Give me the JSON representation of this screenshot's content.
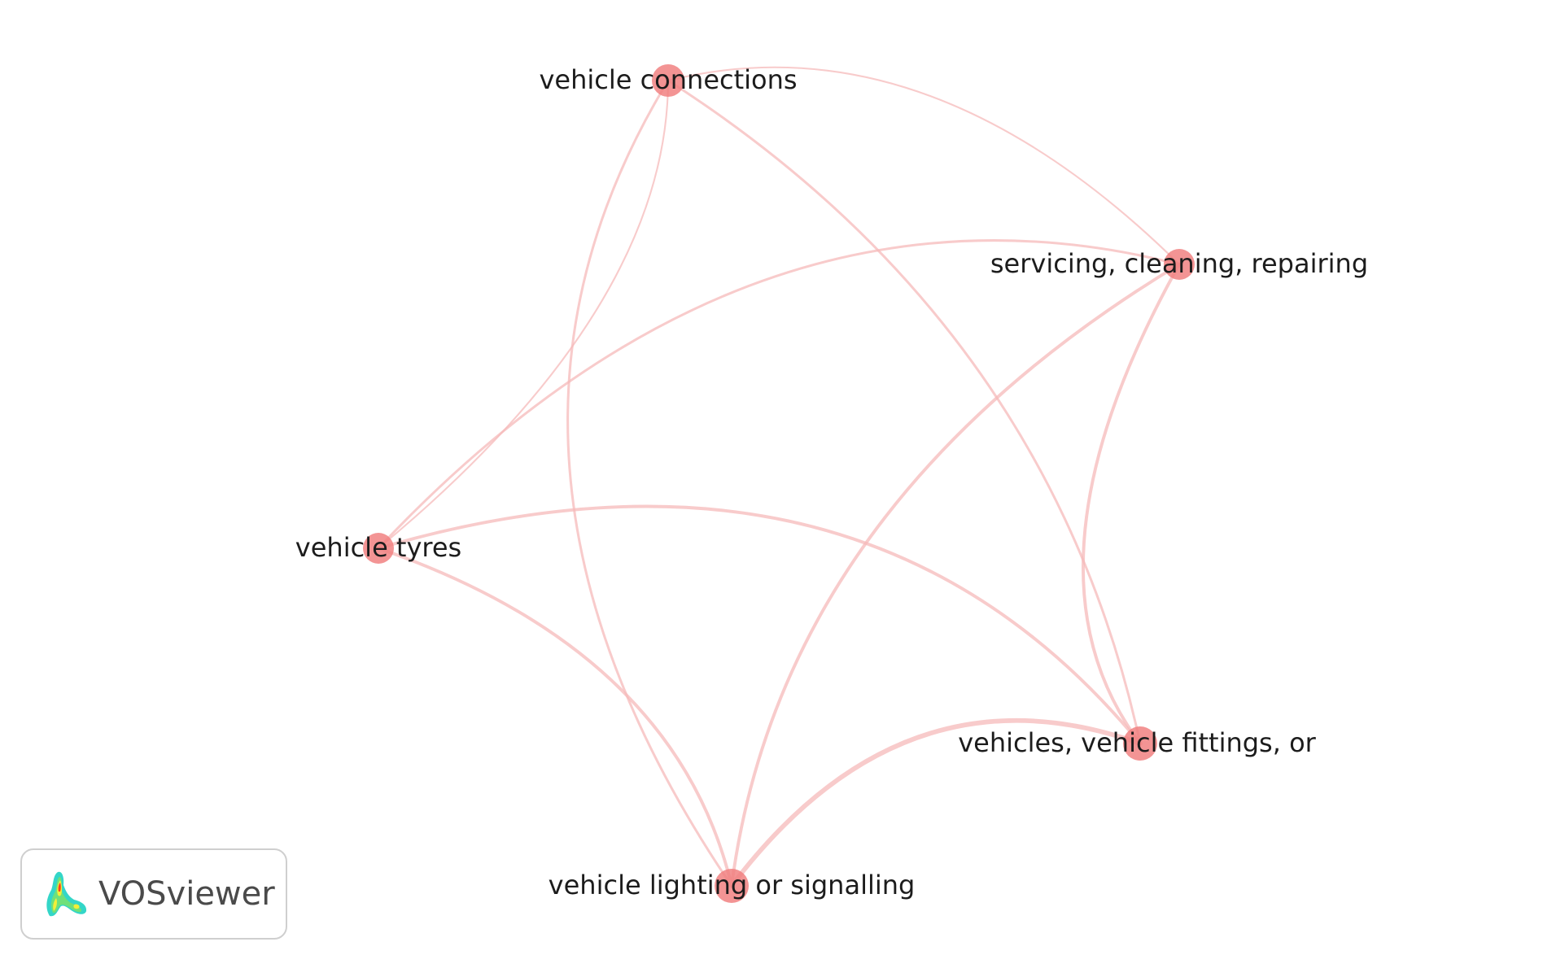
{
  "diagram": {
    "type": "network",
    "nodes": [
      {
        "id": "connections",
        "label": "vehicle connections"
      },
      {
        "id": "servicing",
        "label": "servicing, cleaning, repairing"
      },
      {
        "id": "tyres",
        "label": "vehicle tyres"
      },
      {
        "id": "fittings",
        "label": "vehicles, vehicle fittings, or"
      },
      {
        "id": "lighting",
        "label": "vehicle lighting or signalling"
      }
    ],
    "edges": [
      {
        "source": "connections",
        "target": "servicing",
        "strength": 1
      },
      {
        "source": "connections",
        "target": "tyres",
        "strength": 1
      },
      {
        "source": "connections",
        "target": "fittings",
        "strength": 2
      },
      {
        "source": "connections",
        "target": "lighting",
        "strength": 2
      },
      {
        "source": "servicing",
        "target": "tyres",
        "strength": 2
      },
      {
        "source": "servicing",
        "target": "fittings",
        "strength": 3
      },
      {
        "source": "servicing",
        "target": "lighting",
        "strength": 3
      },
      {
        "source": "tyres",
        "target": "fittings",
        "strength": 3
      },
      {
        "source": "tyres",
        "target": "lighting",
        "strength": 3
      },
      {
        "source": "fittings",
        "target": "lighting",
        "strength": 5
      }
    ],
    "colors": {
      "node": "#f07c7c",
      "edge": "#f6b9b9"
    }
  },
  "logo": {
    "text": "VOSviewer",
    "icon": "vosviewer-logo-icon"
  }
}
